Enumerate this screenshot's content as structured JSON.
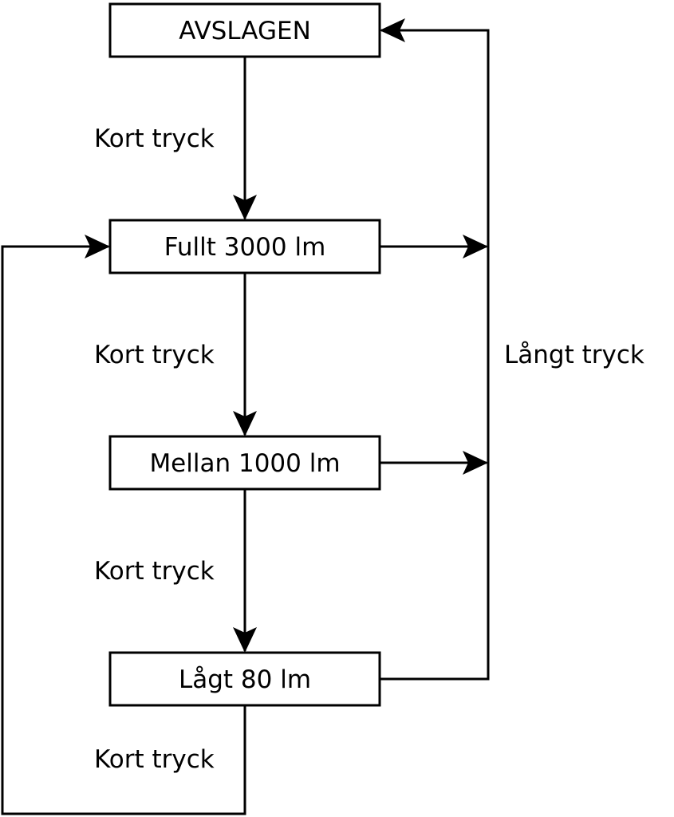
{
  "diagram": {
    "type": "state-flow",
    "nodes": [
      {
        "id": "off",
        "label": "AVSLAGEN"
      },
      {
        "id": "full",
        "label": "Fullt 3000 lm"
      },
      {
        "id": "medium",
        "label": "Mellan 1000 lm"
      },
      {
        "id": "low",
        "label": "Lågt 80 lm"
      }
    ],
    "edges": [
      {
        "from": "off",
        "to": "full",
        "label": "Kort tryck"
      },
      {
        "from": "full",
        "to": "medium",
        "label": "Kort tryck"
      },
      {
        "from": "medium",
        "to": "low",
        "label": "Kort tryck"
      },
      {
        "from": "low",
        "to": "full",
        "label": "Kort tryck"
      },
      {
        "from": "full",
        "to": "off",
        "label": "Långt tryck"
      },
      {
        "from": "medium",
        "to": "off",
        "label": "Långt tryck"
      },
      {
        "from": "low",
        "to": "off",
        "label": "Långt tryck"
      }
    ],
    "long_press_label": "Långt tryck",
    "colors": {
      "stroke": "#000000",
      "background": "#ffffff"
    }
  }
}
